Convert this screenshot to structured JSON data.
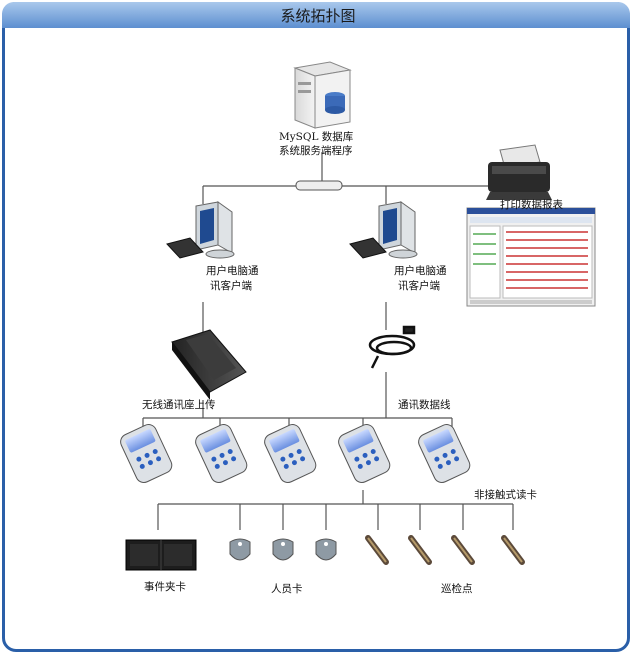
{
  "title": "系统拓扑图",
  "server": {
    "line1": "MySQL 数据库",
    "line2": "系统服务端程序"
  },
  "printer": {
    "label": "打印数据报表"
  },
  "client_left": {
    "line1": "用户电脑通",
    "line2": "讯客户端"
  },
  "client_right": {
    "line1": "用户电脑通",
    "line2": "讯客户端"
  },
  "dock": {
    "label": "无线通讯座上传"
  },
  "cable": {
    "label": "通讯数据线"
  },
  "readers": {
    "label": "非接触式读卡"
  },
  "event_card": {
    "label": "事件夹卡"
  },
  "staff_card": {
    "label": "人员卡"
  },
  "checkpoint": {
    "label": "巡检点"
  },
  "colors": {
    "frame": "#2a5fa8",
    "titlebar": "#6f9bd6"
  }
}
